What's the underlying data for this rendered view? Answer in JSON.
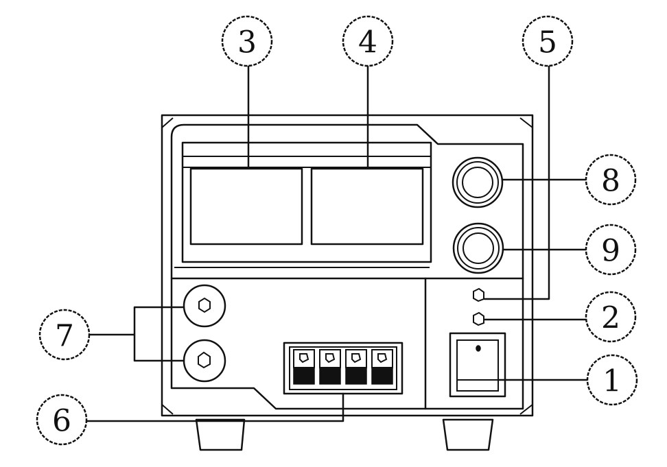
{
  "callouts": {
    "c1": "1",
    "c2": "2",
    "c3": "3",
    "c4": "4",
    "c5": "5",
    "c6": "6",
    "c7": "7",
    "c8": "8",
    "c9": "9"
  },
  "colors": {
    "ink": "#111111",
    "paper": "#ffffff"
  }
}
